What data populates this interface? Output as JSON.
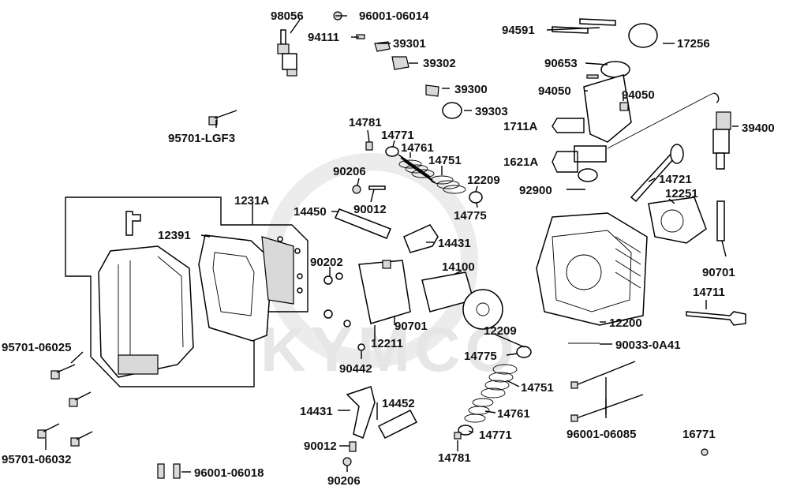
{
  "watermark": "KYMCO",
  "labels": {
    "p98056": "98056",
    "p96001_06014": "96001-06014",
    "p94111": "94111",
    "p39301": "39301",
    "p39302": "39302",
    "p94591": "94591",
    "p17256": "17256",
    "p90653": "90653",
    "p39300": "39300",
    "p39303": "39303",
    "p94050a": "94050",
    "p94050b": "94050",
    "p95701_lgf3": "95701-LGF3",
    "p14781a": "14781",
    "p14771a": "14771",
    "p14761a": "14761",
    "p1711a": "1711A",
    "p39400": "39400",
    "p14751a": "14751",
    "p1621a": "1621A",
    "p90206a": "90206",
    "p12209a": "12209",
    "p14721": "14721",
    "p92900": "92900",
    "p12251": "12251",
    "p1231a": "1231A",
    "p14450": "14450",
    "p90012a": "90012",
    "p14775a": "14775",
    "p12391": "12391",
    "p14431a": "14431",
    "p90202": "90202",
    "p14100": "14100",
    "p90701a": "90701",
    "p14711": "14711",
    "p90701b": "90701",
    "p12200": "12200",
    "p12211": "12211",
    "p12209b": "12209",
    "p95701_06025": "95701-06025",
    "p90033_0a41": "90033-0A41",
    "p14775b": "14775",
    "p90442": "90442",
    "p14751b": "14751",
    "p14452": "14452",
    "p14431b": "14431",
    "p14761b": "14761",
    "p96001_06085": "96001-06085",
    "p16771": "16771",
    "p14771b": "14771",
    "p90012b": "90012",
    "p14781b": "14781",
    "p95701_06032": "95701-06032",
    "p96001_06018": "96001-06018",
    "p90206b": "90206"
  }
}
